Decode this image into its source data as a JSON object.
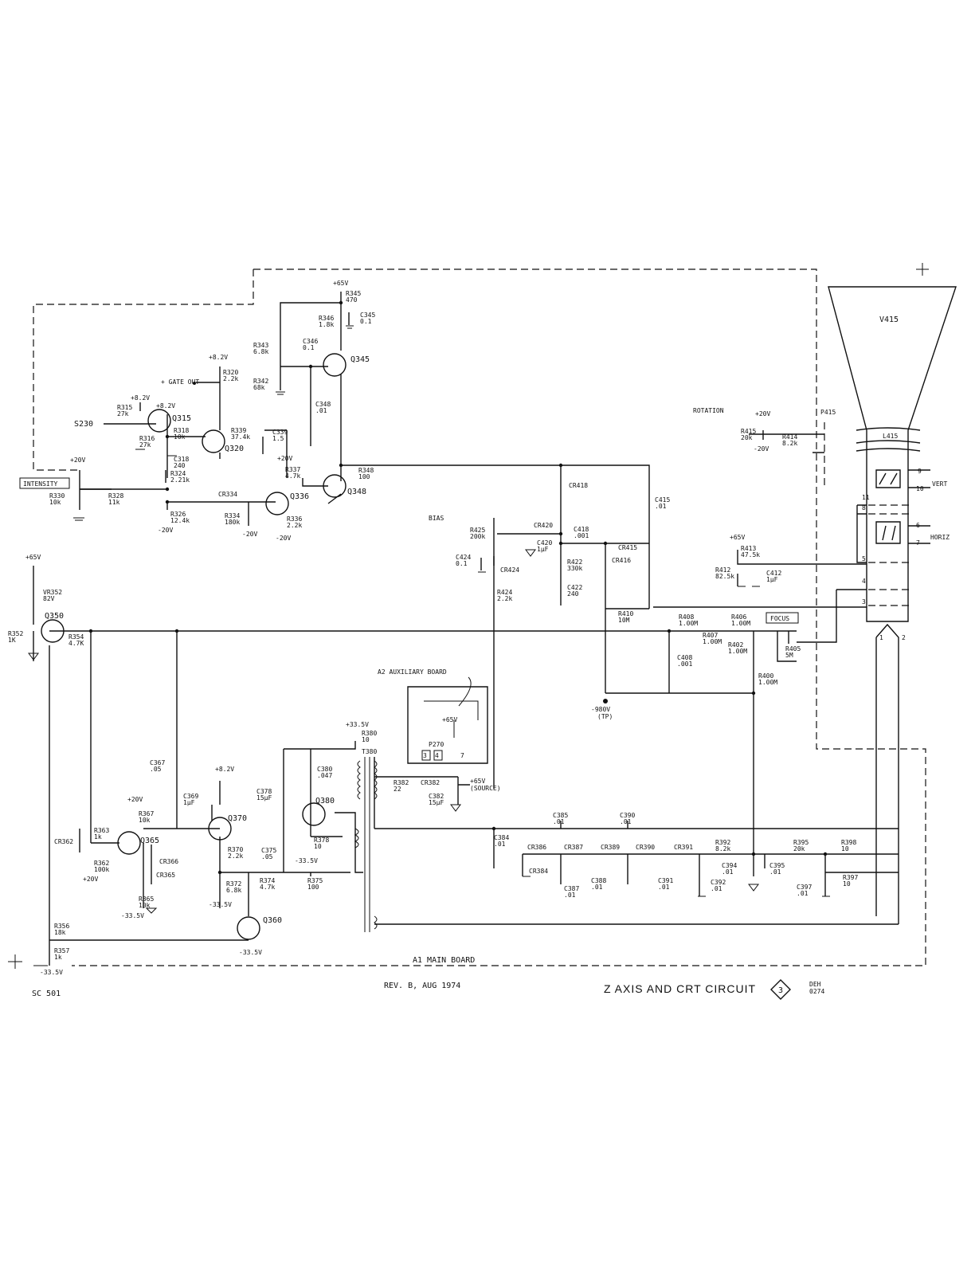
{
  "footer": {
    "model": "SC 501",
    "revision": "REV. B, AUG 1974",
    "title": "Z AXIS AND CRT CIRCUIT",
    "diagram_number": "3",
    "initials": "DEH",
    "date_code": "0274",
    "board_main": "A1 MAIN BOARD",
    "board_aux": "A2 AUXILIARY BOARD"
  },
  "controls": {
    "intensity": "INTENSITY",
    "focus": "FOCUS",
    "bias": "BIAS",
    "rotation": "ROTATION"
  },
  "crt": {
    "tube": "V415",
    "coil": "L415",
    "plug": "P415",
    "vert": "VERT",
    "horiz": "HORIZ",
    "pins": [
      "9",
      "10",
      "11",
      "8",
      "6",
      "7",
      "5",
      "4",
      "3",
      "1",
      "2"
    ]
  },
  "transistors": [
    "Q315",
    "Q320",
    "Q336",
    "Q345",
    "Q348",
    "Q350",
    "Q365",
    "Q370",
    "Q380",
    "Q360"
  ],
  "transformer": "T380",
  "jack": {
    "name": "P270",
    "pins": [
      "3",
      "4",
      "7"
    ]
  },
  "rails": {
    "p65": "+65V",
    "p8v2": "+8.2V",
    "p20": "+20V",
    "m20": "-20V",
    "p33v5": "+33.5V",
    "m33v5": "-33.5V",
    "m980": "-980V",
    "tp": "(TP)",
    "source": "(SOURCE)",
    "gate_out": "+ GATE OUT",
    "s230": "S230"
  },
  "components": {
    "R345": [
      "R345",
      "470"
    ],
    "C345": [
      "C345",
      "0.1"
    ],
    "R346": [
      "R346",
      "1.8k"
    ],
    "C346": [
      "C346",
      "0.1"
    ],
    "R343": [
      "R343",
      "6.8k"
    ],
    "R342": [
      "R342",
      "68k"
    ],
    "C348": [
      "C348",
      ".01"
    ],
    "R320": [
      "R320",
      "2.2k"
    ],
    "R315": [
      "R315",
      "27k"
    ],
    "R316": [
      "R316",
      "27k"
    ],
    "R318": [
      "R318",
      "10k"
    ],
    "C318": [
      "C318",
      "240"
    ],
    "R339": [
      "R339",
      "37.4k"
    ],
    "C339": [
      "C339",
      "1.5"
    ],
    "R337": [
      "R337",
      "4.7k"
    ],
    "R348": [
      "R348",
      "100"
    ],
    "R324": [
      "R324",
      "2.21k"
    ],
    "R326": [
      "R326",
      "12.4k"
    ],
    "R330": [
      "R330",
      "10k"
    ],
    "R328": [
      "R328",
      "11k"
    ],
    "CR334": [
      "CR334",
      ""
    ],
    "R334": [
      "R334",
      "180k"
    ],
    "R336": [
      "R336",
      "2.2k"
    ],
    "CR418": [
      "CR418",
      ""
    ],
    "C415": [
      "C415",
      ".01"
    ],
    "R425": [
      "R425",
      "200k"
    ],
    "CR420": [
      "CR420",
      ""
    ],
    "C420": [
      "C420",
      "1µF"
    ],
    "C418": [
      "C418",
      ".001"
    ],
    "CR415": [
      "CR415",
      ""
    ],
    "C424": [
      "C424",
      "0.1"
    ],
    "CR424": [
      "CR424",
      ""
    ],
    "R422": [
      "R422",
      "330k"
    ],
    "CR416": [
      "CR416",
      ""
    ],
    "C422": [
      "C422",
      "240"
    ],
    "R424": [
      "R424",
      "2.2k"
    ],
    "R415": [
      "R415",
      "20k"
    ],
    "R414": [
      "R414",
      "8.2k"
    ],
    "R413": [
      "R413",
      "47.5k"
    ],
    "R412": [
      "R412",
      "82.5k"
    ],
    "C412": [
      "C412",
      "1µF"
    ],
    "R410": [
      "R410",
      "10M"
    ],
    "R408": [
      "R408",
      "1.00M"
    ],
    "R406": [
      "R406",
      "1.00M"
    ],
    "R407": [
      "R407",
      "1.00M"
    ],
    "R402": [
      "R402",
      "1.00M"
    ],
    "R405": [
      "R405",
      "5M"
    ],
    "C408": [
      "C408",
      ".001"
    ],
    "R400": [
      "R400",
      "1.00M"
    ],
    "VR352": [
      "VR352",
      "82V"
    ],
    "R352": [
      "R352",
      "1K"
    ],
    "R354": [
      "R354",
      "4.7K"
    ],
    "C367": [
      "C367",
      ".05"
    ],
    "R380": [
      "R380",
      "10"
    ],
    "C380": [
      "C380",
      ".047"
    ],
    "C378": [
      "C378",
      "15µF"
    ],
    "R382": [
      "R382",
      "22"
    ],
    "CR382": [
      "CR382",
      ""
    ],
    "C382": [
      "C382",
      "15µF"
    ],
    "C369": [
      "C369",
      "1µF"
    ],
    "R367": [
      "R367",
      "10k"
    ],
    "R363": [
      "R363",
      "1k"
    ],
    "CR362": [
      "CR362",
      ""
    ],
    "R362": [
      "R362",
      "100k"
    ],
    "CR366": [
      "CR366",
      ""
    ],
    "CR365": [
      "CR365",
      ""
    ],
    "R365": [
      "R365",
      "10k"
    ],
    "R370": [
      "R370",
      "2.2k"
    ],
    "C375": [
      "C375",
      ".05"
    ],
    "R378": [
      "R378",
      "10"
    ],
    "R372": [
      "R372",
      "6.8k"
    ],
    "R374": [
      "R374",
      "4.7k"
    ],
    "R375": [
      "R375",
      "100"
    ],
    "R356": [
      "R356",
      "18k"
    ],
    "R357": [
      "R357",
      "1k"
    ],
    "C384": [
      "C384",
      ".01"
    ],
    "C385": [
      "C385",
      ".01"
    ],
    "C390": [
      "C390",
      ".01"
    ],
    "CR386": [
      "CR386",
      ""
    ],
    "CR387": [
      "CR387",
      ""
    ],
    "CR389": [
      "CR389",
      ""
    ],
    "CR390": [
      "CR390",
      ""
    ],
    "CR391": [
      "CR391",
      ""
    ],
    "CR384": [
      "CR384",
      ""
    ],
    "C387": [
      "C387",
      ".01"
    ],
    "C388": [
      "C388",
      ".01"
    ],
    "C391": [
      "C391",
      ".01"
    ],
    "C392": [
      "C392",
      ".01"
    ],
    "R392": [
      "R392",
      "8.2k"
    ],
    "C394": [
      "C394",
      ".01"
    ],
    "C395": [
      "C395",
      ".01"
    ],
    "R395": [
      "R395",
      "20k"
    ],
    "R398": [
      "R398",
      "10"
    ],
    "R397": [
      "R397",
      "10"
    ],
    "C397": [
      "C397",
      ".01"
    ]
  }
}
